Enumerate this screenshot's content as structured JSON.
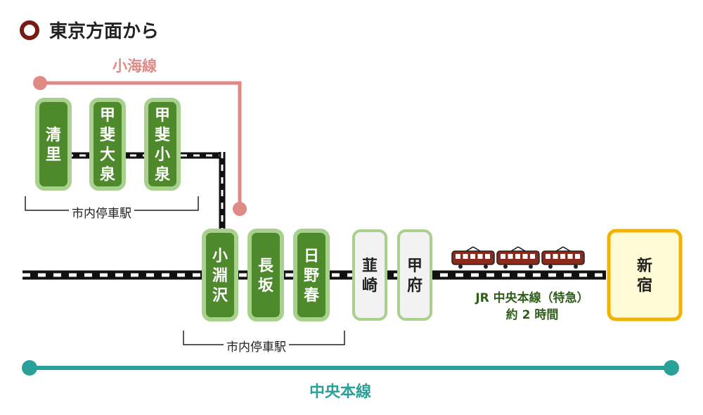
{
  "heading": "東京方面から",
  "lines": {
    "koumi": "小海線",
    "chuo": "中央本線",
    "jr_line": "JR 中央本線（特急）",
    "jr_time": "約 2 時間"
  },
  "group_labels": {
    "upper": "市内停車駅",
    "lower": "市内停車駅"
  },
  "stations_upper": [
    {
      "name": "清里"
    },
    {
      "name": "甲斐大泉"
    },
    {
      "name": "甲斐小泉"
    }
  ],
  "stations_lower": [
    {
      "name": "小淵沢"
    },
    {
      "name": "長坂"
    },
    {
      "name": "日野春"
    }
  ],
  "stations_other": [
    {
      "name": "韮崎"
    },
    {
      "name": "甲府"
    }
  ],
  "destination": {
    "name": "新宿"
  },
  "colors": {
    "heading_dot": "#7a1a12",
    "koumi_line": "#e08a86",
    "chuo_line": "#2aa198",
    "station_green_fill": "#4e8a2b",
    "station_green_border": "#a9d18e",
    "station_gray_fill": "#f2f2f2",
    "station_gray_border": "#a9d18e",
    "destination_fill": "#fffbd6",
    "destination_border": "#f0b400",
    "jr_text": "#2f5e1a"
  },
  "icons": [
    "train-icon"
  ]
}
